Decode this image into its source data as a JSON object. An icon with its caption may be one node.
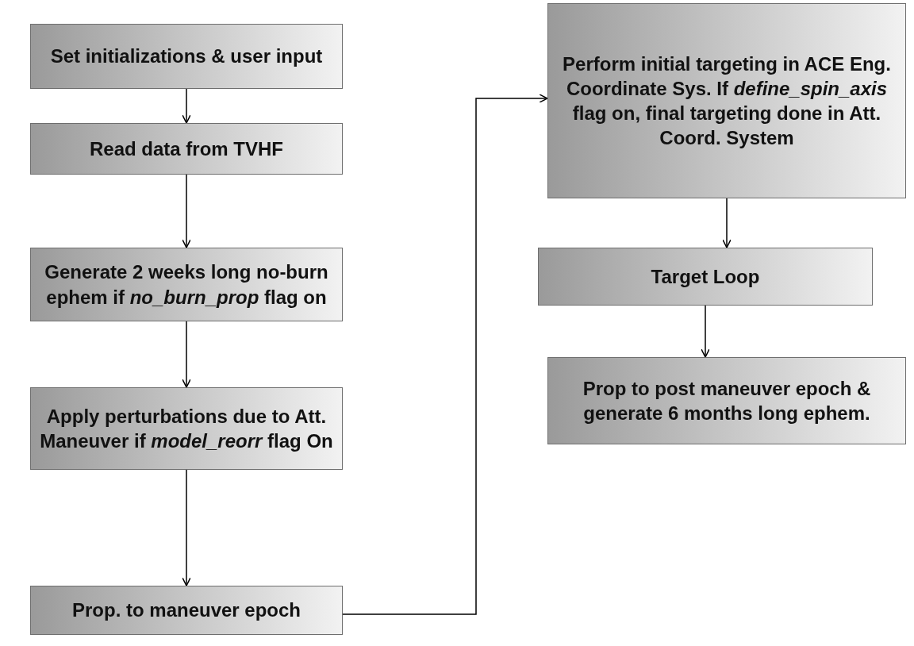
{
  "diagram": {
    "nodes": [
      {
        "text": [
          "Set initializations & user input"
        ]
      },
      {
        "text": [
          "Read data from TVHF"
        ]
      },
      {
        "text": [
          "Generate 2 weeks long no-burn ephem if *no_burn_prop* flag on"
        ]
      },
      {
        "text": [
          "Apply perturbations due to Att. Maneuver if *model_reorr* flag On"
        ]
      },
      {
        "text": [
          "Prop. to maneuver epoch"
        ]
      },
      {
        "text": [
          "Perform initial targeting in ACE Eng. Coordinate Sys. If *define_spin_axis* flag on, final targeting done in Att. Coord. System"
        ]
      },
      {
        "text": [
          "Target Loop"
        ]
      },
      {
        "text": [
          "Prop to post maneuver epoch & generate 6 months long ephem."
        ]
      }
    ],
    "edges": [
      {
        "from": 0,
        "to": 1,
        "arrow": "to"
      },
      {
        "from": 1,
        "to": 2,
        "arrow": "to"
      },
      {
        "from": 2,
        "to": 3,
        "arrow": "to"
      },
      {
        "from": 3,
        "to": 4,
        "arrow": "to"
      },
      {
        "from": 4,
        "to": 5,
        "arrow": "to"
      },
      {
        "from": 5,
        "to": 6,
        "arrow": "to"
      },
      {
        "from": 6,
        "to": 7,
        "arrow": "to"
      }
    ]
  }
}
